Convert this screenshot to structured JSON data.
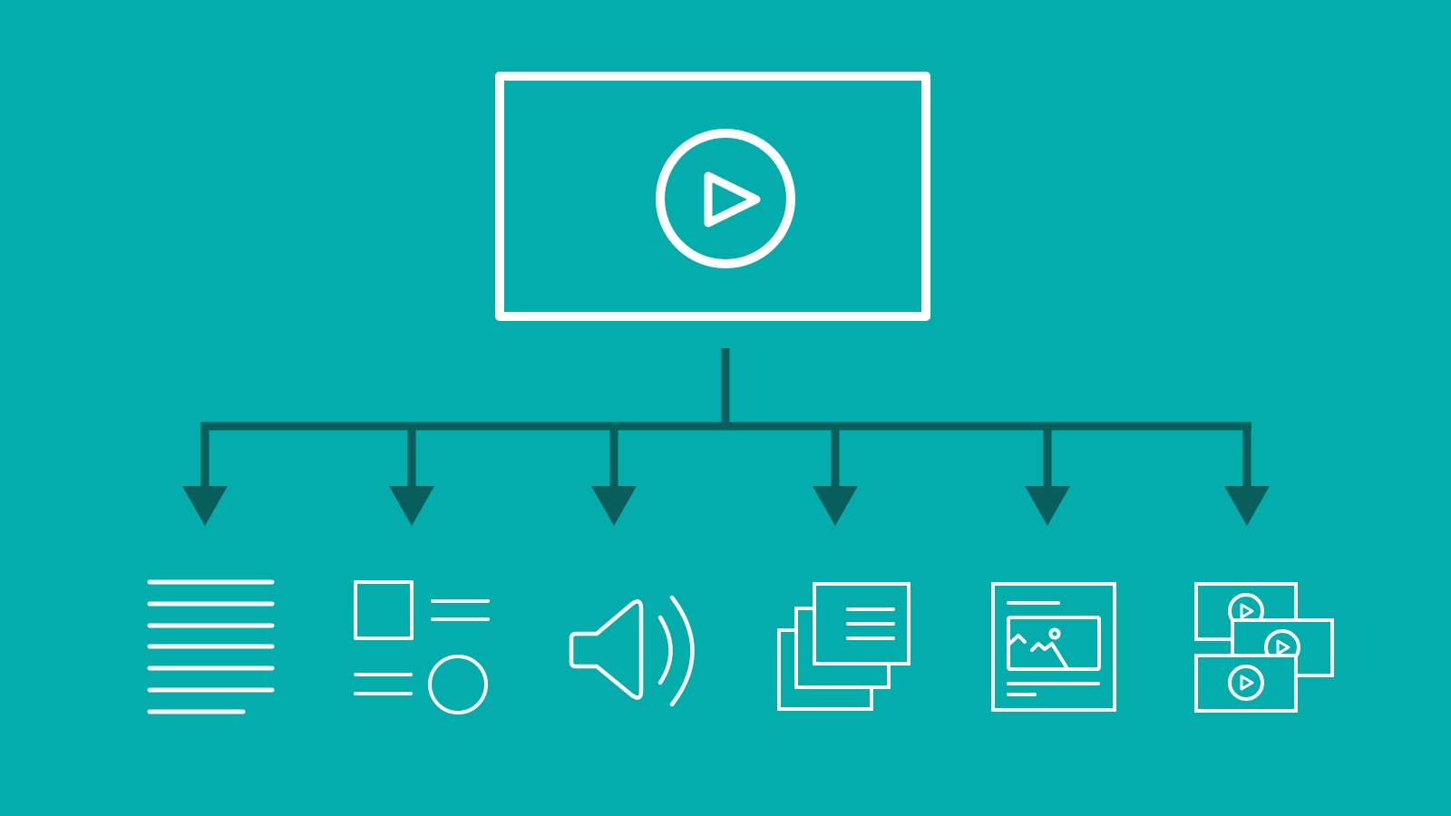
{
  "colors": {
    "background": "#03ADAB",
    "icon_stroke": "#FFFFFF",
    "connector": "#075E5B"
  },
  "source": {
    "icon": "video-player-icon"
  },
  "outputs": [
    {
      "id": "text",
      "icon": "text-lines-icon"
    },
    {
      "id": "mixed-media",
      "icon": "mixed-media-layout-icon"
    },
    {
      "id": "audio",
      "icon": "speaker-audio-icon"
    },
    {
      "id": "slides",
      "icon": "stacked-documents-icon"
    },
    {
      "id": "article",
      "icon": "article-with-image-icon"
    },
    {
      "id": "video-clips",
      "icon": "multiple-video-clips-icon"
    }
  ]
}
